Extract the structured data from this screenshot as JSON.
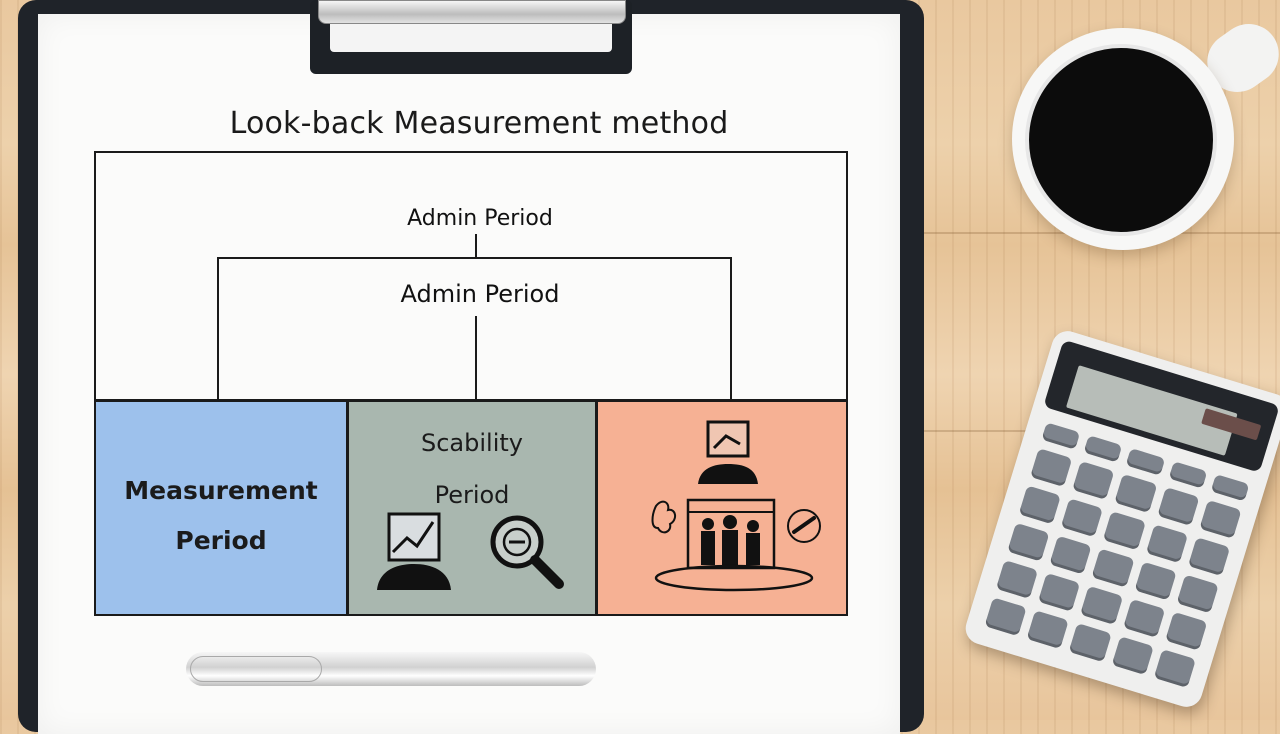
{
  "diagram": {
    "title": "Look-back Measurement method",
    "top_label": "Admin Period",
    "inner_label": "Admin Period",
    "boxes": [
      {
        "label_line1": "Measurement",
        "label_line2": "Period",
        "color": "#9dc1ec"
      },
      {
        "label_line1": "Scability",
        "label_line2": "Period",
        "color": "#a9b7af"
      },
      {
        "color": "#f6b194"
      }
    ]
  },
  "icons": {
    "green_box": [
      "person-with-chart-icon",
      "magnifier-icon"
    ],
    "orange_box": [
      "presenter-icon",
      "audience-icon",
      "sketch-icon",
      "pen-icon"
    ]
  },
  "desk_objects": [
    "clipboard",
    "coffee-cup",
    "calculator",
    "pen"
  ]
}
